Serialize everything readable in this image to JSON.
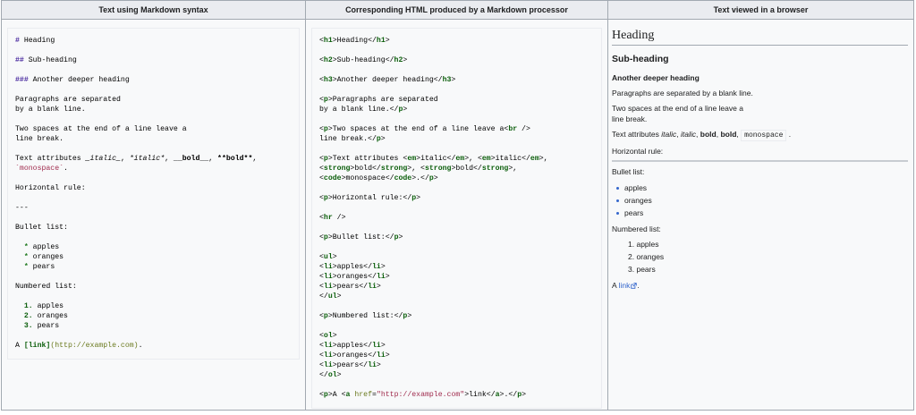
{
  "headers": {
    "markdown": "Text using Markdown syntax",
    "html": "Corresponding HTML produced by a Markdown processor",
    "browser": "Text viewed in a browser"
  },
  "markdown": {
    "h1_hash": "#",
    "h1_text": " Heading",
    "h2_hash": "##",
    "h2_text": " Sub-heading",
    "h3_hash": "###",
    "h3_text": " Another deeper heading",
    "para1_line1": "Paragraphs are separated",
    "para1_line2": "by a blank line.",
    "para2_line1": "Two spaces at the end of a line leave a",
    "para2_line2": "line break.",
    "attrs_prefix": "Text attributes ",
    "italic1": "_italic_",
    "sep1": ", ",
    "italic2": "*italic*",
    "sep2": ", ",
    "bold1": "__bold__",
    "sep3": ", ",
    "bold2": "**bold**",
    "sep4": ",",
    "mono": "`monospace`",
    "mono_end": ".",
    "hr_label": "Horizontal rule:",
    "hr": "---",
    "bullet_label": "Bullet list:",
    "bullet_marker": "*",
    "bullets": [
      "apples",
      "oranges",
      "pears"
    ],
    "numbered_label": "Numbered list:",
    "numbers": [
      "1.",
      "2.",
      "3."
    ],
    "numbered": [
      "apples",
      "oranges",
      "pears"
    ],
    "link_prefix": "A ",
    "link_text": "[link]",
    "link_url": "(http://example.com)",
    "link_end": "."
  },
  "html": {
    "h1": {
      "open": "h1",
      "text": "Heading"
    },
    "h2": {
      "open": "h2",
      "text": "Sub-heading"
    },
    "h3": {
      "open": "h3",
      "text": "Another deeper heading"
    },
    "p1_line1": "Paragraphs are separated",
    "p1_line2": "by a blank line.",
    "p2_line1": "Two spaces at the end of a line leave a",
    "p2_line2": "line break.",
    "attrs_text": "Text attributes ",
    "italic": "italic",
    "bold": "bold",
    "monospace": "monospace",
    "hr_text": "Horizontal rule:",
    "bullet_text": "Bullet list:",
    "items": [
      "apples",
      "oranges",
      "pears"
    ],
    "numbered_text": "Numbered list:",
    "link_prefix": "A ",
    "href_attr": "href",
    "href_value": "\"http://example.com\"",
    "link_text": "link"
  },
  "browser": {
    "h1": "Heading",
    "h2": "Sub-heading",
    "h3": "Another deeper heading",
    "para1": "Paragraphs are separated by a blank line.",
    "para2_line1": "Two spaces at the end of a line leave a",
    "para2_line2": "line break.",
    "attrs_prefix": "Text attributes ",
    "italic": "italic",
    "bold": "bold",
    "monospace": "monospace",
    "hr_label": "Horizontal rule:",
    "bullet_label": "Bullet list:",
    "bullets": [
      "apples",
      "oranges",
      "pears"
    ],
    "numbered_label": "Numbered list:",
    "numbers": [
      "1.",
      "2.",
      "3."
    ],
    "numbered": [
      "apples",
      "oranges",
      "pears"
    ],
    "link_prefix": "A ",
    "link_text": "link",
    "link_end": ".",
    "link_icon": "external-link-icon"
  },
  "colors": {
    "header_bg": "#eaecf0",
    "cell_bg": "#f8f9fa",
    "border": "#a2a9b1",
    "link": "#3366cc",
    "tag_green": "#0b5e0b",
    "string_red": "#a02c4e",
    "hash_purple": "#4b2ca0"
  }
}
